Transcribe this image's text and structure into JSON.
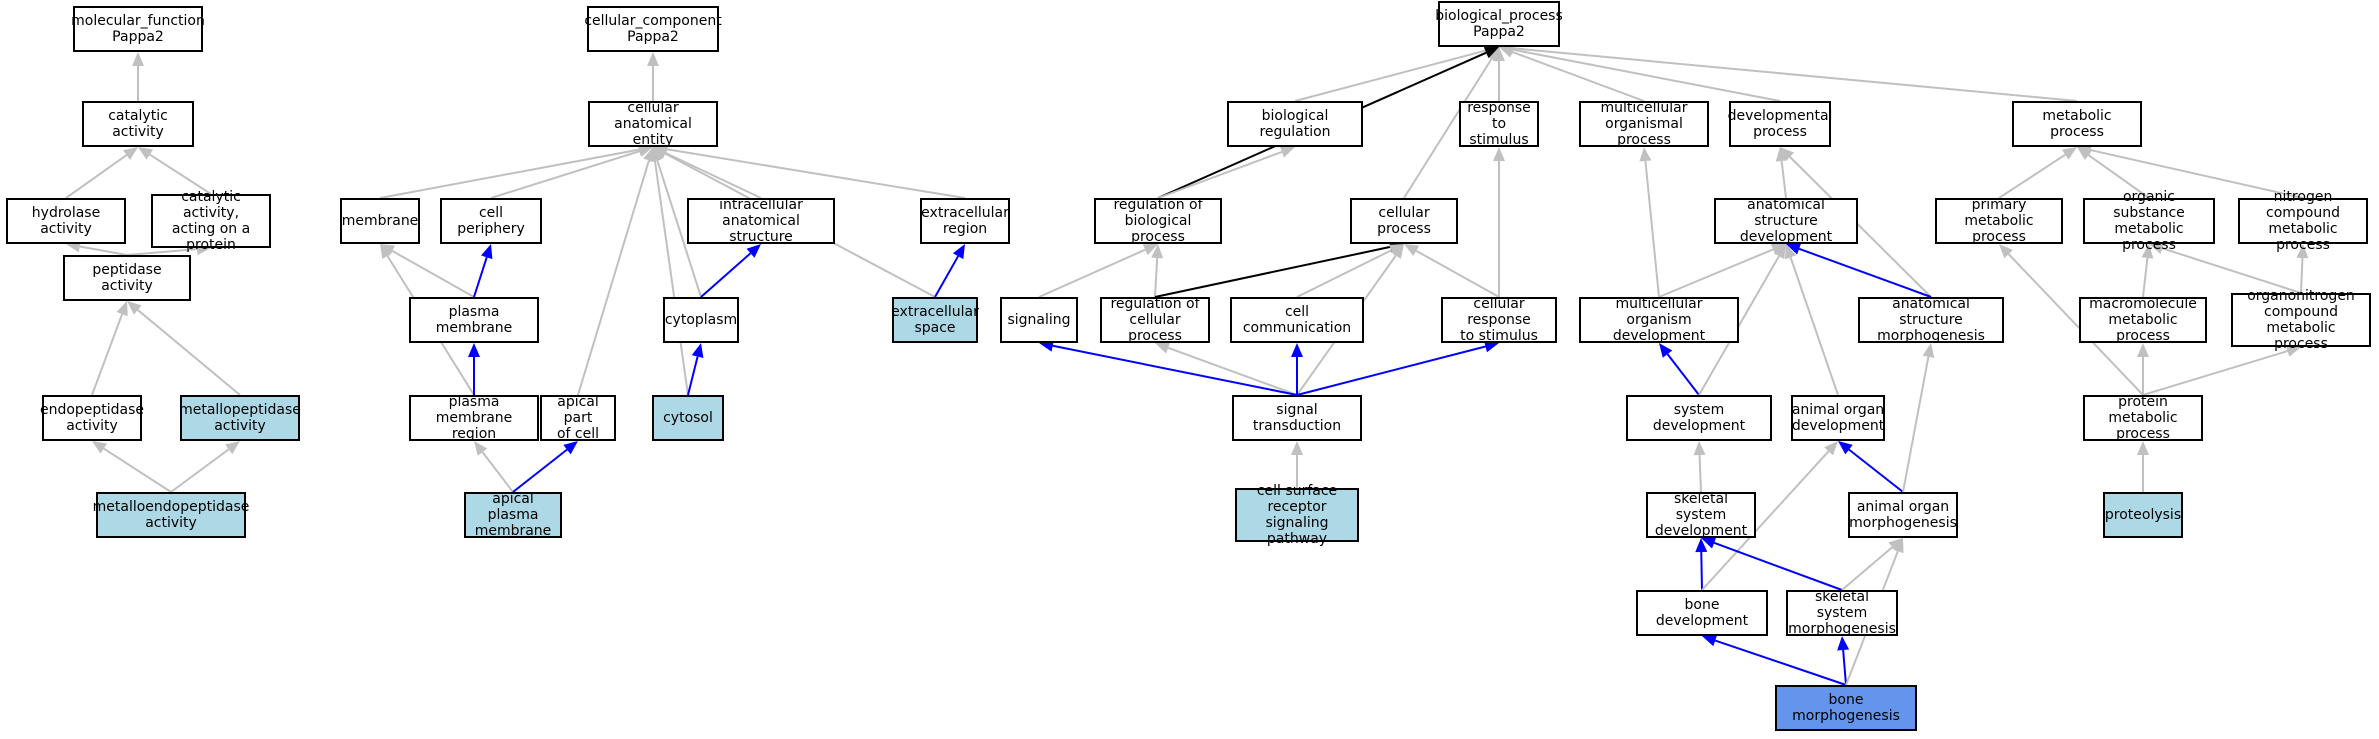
{
  "colors": {
    "plain": "#ffffff",
    "annotated": "#add8e6",
    "query": "#6495ed",
    "is_a": "#c0c0c0",
    "part_of": "#0000ff",
    "regulates": "#000000"
  },
  "nodes": [
    {
      "id": "mf",
      "label": "molecular_function\nPappa2",
      "fill": "plain"
    },
    {
      "id": "cat",
      "label": "catalytic activity",
      "fill": "plain"
    },
    {
      "id": "hyd",
      "label": "hydrolase activity",
      "fill": "plain"
    },
    {
      "id": "catprot",
      "label": "catalytic activity,\nacting on a\nprotein",
      "fill": "plain"
    },
    {
      "id": "pep",
      "label": "peptidase activity",
      "fill": "plain"
    },
    {
      "id": "endo",
      "label": "endopeptidase\nactivity",
      "fill": "plain"
    },
    {
      "id": "metpep",
      "label": "metallopeptidase\nactivity",
      "fill": "annotated"
    },
    {
      "id": "metendo",
      "label": "metalloendopeptidase\nactivity",
      "fill": "annotated"
    },
    {
      "id": "cc",
      "label": "cellular_component\nPappa2",
      "fill": "plain"
    },
    {
      "id": "cae",
      "label": "cellular anatomical\nentity",
      "fill": "plain"
    },
    {
      "id": "mem",
      "label": "membrane",
      "fill": "plain"
    },
    {
      "id": "cper",
      "label": "cell periphery",
      "fill": "plain"
    },
    {
      "id": "ias",
      "label": "intracellular\nanatomical structure",
      "fill": "plain"
    },
    {
      "id": "ecr",
      "label": "extracellular\nregion",
      "fill": "plain"
    },
    {
      "id": "pm",
      "label": "plasma membrane",
      "fill": "plain"
    },
    {
      "id": "cyto",
      "label": "cytoplasm",
      "fill": "plain"
    },
    {
      "id": "ecs",
      "label": "extracellular\nspace",
      "fill": "annotated"
    },
    {
      "id": "pmr",
      "label": "plasma membrane\nregion",
      "fill": "plain"
    },
    {
      "id": "apc",
      "label": "apical part\nof cell",
      "fill": "plain"
    },
    {
      "id": "cytosol",
      "label": "cytosol",
      "fill": "annotated"
    },
    {
      "id": "apm",
      "label": "apical plasma\nmembrane",
      "fill": "annotated"
    },
    {
      "id": "bp",
      "label": "biological_process\nPappa2",
      "fill": "plain"
    },
    {
      "id": "breg",
      "label": "biological regulation",
      "fill": "plain"
    },
    {
      "id": "rts",
      "label": "response to\nstimulus",
      "fill": "plain"
    },
    {
      "id": "mop",
      "label": "multicellular\norganismal process",
      "fill": "plain"
    },
    {
      "id": "dev",
      "label": "developmental\nprocess",
      "fill": "plain"
    },
    {
      "id": "metab",
      "label": "metabolic process",
      "fill": "plain"
    },
    {
      "id": "rbp",
      "label": "regulation of\nbiological process",
      "fill": "plain"
    },
    {
      "id": "cproc",
      "label": "cellular process",
      "fill": "plain"
    },
    {
      "id": "asd",
      "label": "anatomical structure\ndevelopment",
      "fill": "plain"
    },
    {
      "id": "pmp",
      "label": "primary metabolic\nprocess",
      "fill": "plain"
    },
    {
      "id": "osmp",
      "label": "organic substance\nmetabolic process",
      "fill": "plain"
    },
    {
      "id": "ncmp",
      "label": "nitrogen compound\nmetabolic process",
      "fill": "plain"
    },
    {
      "id": "sig",
      "label": "signaling",
      "fill": "plain"
    },
    {
      "id": "rcp",
      "label": "regulation of\ncellular process",
      "fill": "plain"
    },
    {
      "id": "ccomm",
      "label": "cell communication",
      "fill": "plain"
    },
    {
      "id": "crs",
      "label": "cellular response\nto stimulus",
      "fill": "plain"
    },
    {
      "id": "mod",
      "label": "multicellular\norganism development",
      "fill": "plain"
    },
    {
      "id": "asm",
      "label": "anatomical structure\nmorphogenesis",
      "fill": "plain"
    },
    {
      "id": "mmp",
      "label": "macromolecule\nmetabolic process",
      "fill": "plain"
    },
    {
      "id": "oncmp",
      "label": "organonitrogen\ncompound metabolic\nprocess",
      "fill": "plain"
    },
    {
      "id": "st",
      "label": "signal transduction",
      "fill": "plain"
    },
    {
      "id": "sysdev",
      "label": "system development",
      "fill": "plain"
    },
    {
      "id": "aod",
      "label": "animal organ\ndevelopment",
      "fill": "plain"
    },
    {
      "id": "prot",
      "label": "protein metabolic\nprocess",
      "fill": "plain"
    },
    {
      "id": "csrsp",
      "label": "cell surface\nreceptor signaling\npathway",
      "fill": "annotated"
    },
    {
      "id": "ssd",
      "label": "skeletal system\ndevelopment",
      "fill": "plain"
    },
    {
      "id": "aom",
      "label": "animal organ\nmorphogenesis",
      "fill": "plain"
    },
    {
      "id": "proteolysis",
      "label": "proteolysis",
      "fill": "annotated"
    },
    {
      "id": "bdev",
      "label": "bone development",
      "fill": "plain"
    },
    {
      "id": "ssm",
      "label": "skeletal system\nmorphogenesis",
      "fill": "plain"
    },
    {
      "id": "bmorph",
      "label": "bone morphogenesis",
      "fill": "query"
    }
  ],
  "edges": [
    {
      "from": "cat",
      "to": "mf",
      "type": "is_a"
    },
    {
      "from": "hyd",
      "to": "cat",
      "type": "is_a"
    },
    {
      "from": "catprot",
      "to": "cat",
      "type": "is_a"
    },
    {
      "from": "pep",
      "to": "hyd",
      "type": "is_a"
    },
    {
      "from": "pep",
      "to": "catprot",
      "type": "is_a"
    },
    {
      "from": "endo",
      "to": "pep",
      "type": "is_a"
    },
    {
      "from": "metpep",
      "to": "pep",
      "type": "is_a"
    },
    {
      "from": "metendo",
      "to": "endo",
      "type": "is_a"
    },
    {
      "from": "metendo",
      "to": "metpep",
      "type": "is_a"
    },
    {
      "from": "cae",
      "to": "cc",
      "type": "is_a"
    },
    {
      "from": "mem",
      "to": "cae",
      "type": "is_a"
    },
    {
      "from": "cper",
      "to": "cae",
      "type": "is_a"
    },
    {
      "from": "ias",
      "to": "cae",
      "type": "is_a"
    },
    {
      "from": "ecr",
      "to": "cae",
      "type": "is_a"
    },
    {
      "from": "ecs",
      "to": "cae",
      "type": "is_a"
    },
    {
      "from": "cyto",
      "to": "cae",
      "type": "is_a"
    },
    {
      "from": "cytosol",
      "to": "cae",
      "type": "is_a"
    },
    {
      "from": "apc",
      "to": "cae",
      "type": "is_a"
    },
    {
      "from": "pm",
      "to": "mem",
      "type": "is_a"
    },
    {
      "from": "pmr",
      "to": "mem",
      "type": "is_a"
    },
    {
      "from": "pm",
      "to": "cper",
      "type": "part_of"
    },
    {
      "from": "pmr",
      "to": "pm",
      "type": "part_of"
    },
    {
      "from": "apm",
      "to": "pmr",
      "type": "is_a"
    },
    {
      "from": "apm",
      "to": "apc",
      "type": "part_of"
    },
    {
      "from": "cyto",
      "to": "ias",
      "type": "part_of"
    },
    {
      "from": "cytosol",
      "to": "cyto",
      "type": "part_of"
    },
    {
      "from": "ecs",
      "to": "ecr",
      "type": "part_of"
    },
    {
      "from": "breg",
      "to": "bp",
      "type": "is_a"
    },
    {
      "from": "rts",
      "to": "bp",
      "type": "is_a"
    },
    {
      "from": "mop",
      "to": "bp",
      "type": "is_a"
    },
    {
      "from": "dev",
      "to": "bp",
      "type": "is_a"
    },
    {
      "from": "metab",
      "to": "bp",
      "type": "is_a"
    },
    {
      "from": "cproc",
      "to": "bp",
      "type": "is_a"
    },
    {
      "from": "rbp",
      "to": "bp",
      "type": "regulates"
    },
    {
      "from": "rbp",
      "to": "breg",
      "type": "is_a"
    },
    {
      "from": "sig",
      "to": "rbp",
      "type": "is_a"
    },
    {
      "from": "rcp",
      "to": "rbp",
      "type": "is_a"
    },
    {
      "from": "rcp",
      "to": "cproc",
      "type": "regulates"
    },
    {
      "from": "ccomm",
      "to": "cproc",
      "type": "is_a"
    },
    {
      "from": "crs",
      "to": "cproc",
      "type": "is_a"
    },
    {
      "from": "crs",
      "to": "rts",
      "type": "is_a"
    },
    {
      "from": "st",
      "to": "cproc",
      "type": "is_a"
    },
    {
      "from": "st",
      "to": "rcp",
      "type": "is_a"
    },
    {
      "from": "st",
      "to": "sig",
      "type": "part_of"
    },
    {
      "from": "st",
      "to": "ccomm",
      "type": "part_of"
    },
    {
      "from": "st",
      "to": "crs",
      "type": "part_of"
    },
    {
      "from": "csrsp",
      "to": "st",
      "type": "is_a"
    },
    {
      "from": "asd",
      "to": "dev",
      "type": "is_a"
    },
    {
      "from": "asm",
      "to": "dev",
      "type": "is_a"
    },
    {
      "from": "asm",
      "to": "asd",
      "type": "part_of"
    },
    {
      "from": "mod",
      "to": "mop",
      "type": "is_a"
    },
    {
      "from": "mod",
      "to": "asd",
      "type": "is_a"
    },
    {
      "from": "sysdev",
      "to": "mod",
      "type": "part_of"
    },
    {
      "from": "sysdev",
      "to": "asd",
      "type": "is_a"
    },
    {
      "from": "aod",
      "to": "asd",
      "type": "is_a"
    },
    {
      "from": "ssd",
      "to": "sysdev",
      "type": "is_a"
    },
    {
      "from": "aom",
      "to": "aod",
      "type": "part_of"
    },
    {
      "from": "aom",
      "to": "asm",
      "type": "is_a"
    },
    {
      "from": "bdev",
      "to": "ssd",
      "type": "part_of"
    },
    {
      "from": "bdev",
      "to": "aod",
      "type": "is_a"
    },
    {
      "from": "ssm",
      "to": "ssd",
      "type": "part_of"
    },
    {
      "from": "ssm",
      "to": "aom",
      "type": "is_a"
    },
    {
      "from": "bmorph",
      "to": "bdev",
      "type": "part_of"
    },
    {
      "from": "bmorph",
      "to": "ssm",
      "type": "part_of"
    },
    {
      "from": "bmorph",
      "to": "aom",
      "type": "is_a"
    },
    {
      "from": "pmp",
      "to": "metab",
      "type": "is_a"
    },
    {
      "from": "osmp",
      "to": "metab",
      "type": "is_a"
    },
    {
      "from": "ncmp",
      "to": "metab",
      "type": "is_a"
    },
    {
      "from": "mmp",
      "to": "osmp",
      "type": "is_a"
    },
    {
      "from": "oncmp",
      "to": "osmp",
      "type": "is_a"
    },
    {
      "from": "oncmp",
      "to": "ncmp",
      "type": "is_a"
    },
    {
      "from": "prot",
      "to": "pmp",
      "type": "is_a"
    },
    {
      "from": "prot",
      "to": "mmp",
      "type": "is_a"
    },
    {
      "from": "prot",
      "to": "oncmp",
      "type": "is_a"
    },
    {
      "from": "proteolysis",
      "to": "prot",
      "type": "is_a"
    }
  ]
}
